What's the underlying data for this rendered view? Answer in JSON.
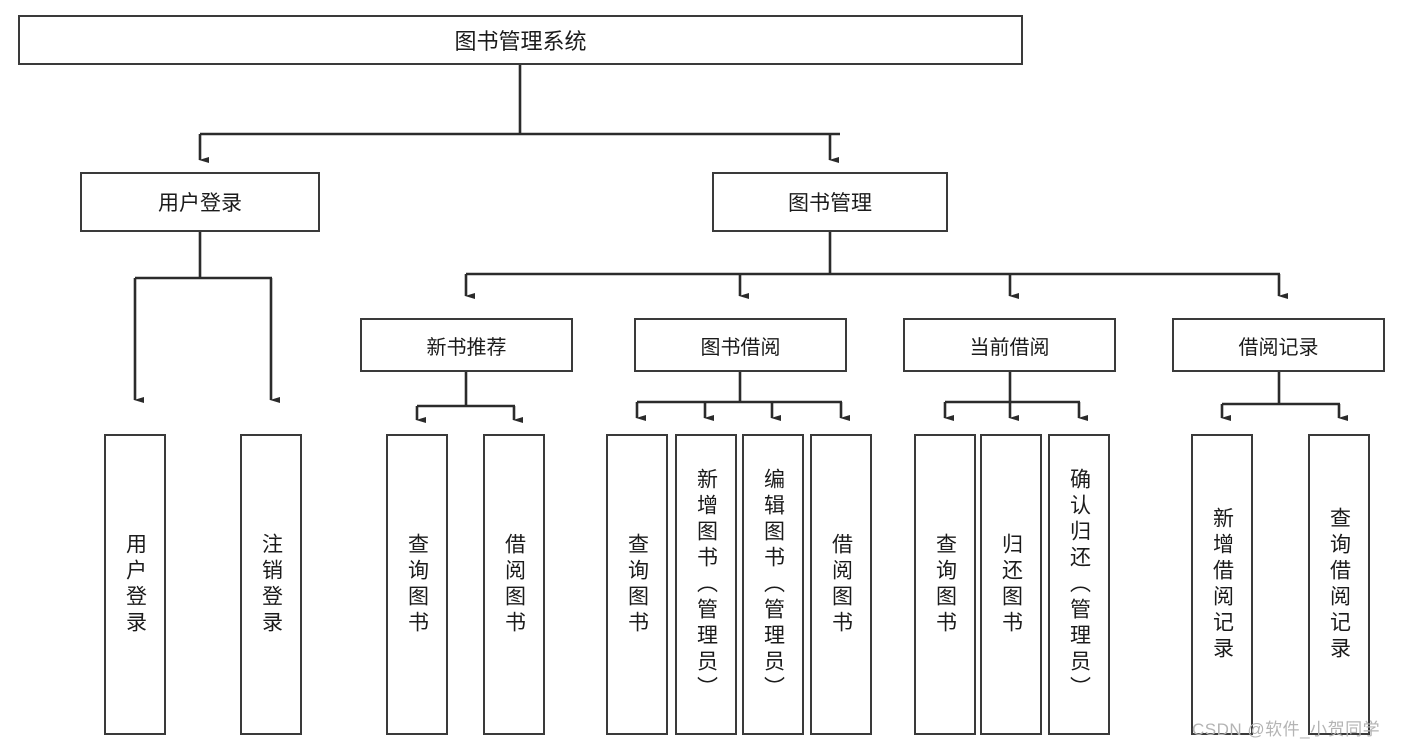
{
  "diagram": {
    "title_node": {
      "label": "图书管理系统"
    },
    "level2": [
      {
        "id": "user-login",
        "label": "用户登录"
      },
      {
        "id": "book-management",
        "label": "图书管理"
      }
    ],
    "level3": [
      {
        "id": "new-book-recommend",
        "label": "新书推荐"
      },
      {
        "id": "book-borrow",
        "label": "图书借阅"
      },
      {
        "id": "current-borrow",
        "label": "当前借阅"
      },
      {
        "id": "borrow-record",
        "label": "借阅记录"
      }
    ],
    "leaves": [
      {
        "id": "leaf-user-login",
        "label": "用户登录"
      },
      {
        "id": "leaf-logout-login",
        "label": "注销登录"
      },
      {
        "id": "leaf-query-book-1",
        "label": "查询图书"
      },
      {
        "id": "leaf-borrow-book-1",
        "label": "借阅图书"
      },
      {
        "id": "leaf-query-book-2",
        "label": "查询图书"
      },
      {
        "id": "leaf-add-book-admin",
        "label": "新增图书（管理员）"
      },
      {
        "id": "leaf-edit-book-admin",
        "label": "编辑图书（管理员）"
      },
      {
        "id": "leaf-borrow-book-2",
        "label": "借阅图书"
      },
      {
        "id": "leaf-query-book-3",
        "label": "查询图书"
      },
      {
        "id": "leaf-return-book",
        "label": "归还图书"
      },
      {
        "id": "leaf-confirm-return-admin",
        "label": "确认归还（管理员）"
      },
      {
        "id": "leaf-add-borrow-record",
        "label": "新增借阅记录"
      },
      {
        "id": "leaf-query-borrow-record",
        "label": "查询借阅记录"
      }
    ]
  },
  "watermark": {
    "text": "CSDN @软件_小贺同学"
  },
  "colors": {
    "box_border": "#3a3a3a",
    "connector": "#2b2b2b",
    "text": "#1b1b1b",
    "watermark": "#b4b4b4",
    "background": "#ffffff"
  }
}
